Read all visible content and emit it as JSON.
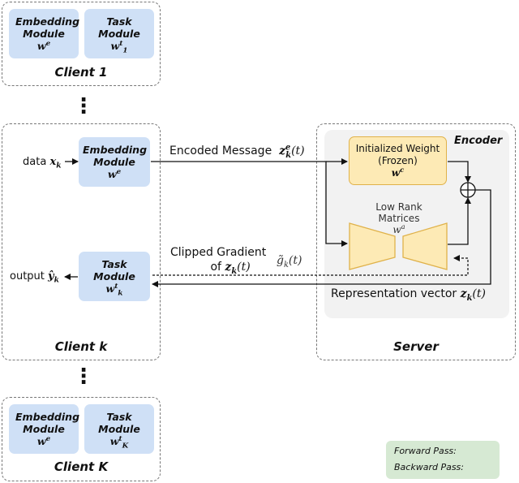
{
  "client1": {
    "embedding_label": "Embedding Module",
    "embedding_var": "w",
    "embedding_sup": "e",
    "task_label": "Task Module",
    "task_var": "w",
    "task_sup": "t",
    "task_sub": "1",
    "name": "Client 1"
  },
  "clientk": {
    "embedding_label": "Embedding Module",
    "embedding_var": "w",
    "embedding_sup": "e",
    "task_label": "Task Module",
    "task_var": "w",
    "task_sup": "t",
    "task_sub": "k",
    "name": "Client k",
    "data_label": "data",
    "data_var": "x",
    "data_sub": "k",
    "output_label": "output",
    "output_var": "ŷ",
    "output_sub": "k"
  },
  "clientK": {
    "embedding_label": "Embedding Module",
    "embedding_var": "w",
    "embedding_sup": "e",
    "task_label": "Task Module",
    "task_var": "w",
    "task_sup": "t",
    "task_sub": "K",
    "name": "Client K"
  },
  "ellipsis": "⋮",
  "arrows": {
    "encoded_message": "Encoded Message",
    "encoded_var": "z",
    "encoded_sup": "e",
    "encoded_sub": "k",
    "encoded_arg": "(t)",
    "clipped_gradient_line1": "Clipped Gradient",
    "clipped_gradient_line2": "of",
    "clipped_var": "z",
    "clipped_sub": "k",
    "clipped_arg": "(t)",
    "gtilde_var": "g̃",
    "gtilde_sub": "k",
    "gtilde_arg": "(t)",
    "representation": "Representation vector",
    "rep_var": "z",
    "rep_sub": "k",
    "rep_arg": "(t)"
  },
  "server": {
    "name": "Server",
    "encoder_label": "Encoder",
    "init_weight_line1": "Initialized Weight",
    "init_weight_line2": "(Frozen)",
    "init_var": "w",
    "init_sup": "c",
    "low_rank_line1": "Low Rank",
    "low_rank_line2": "Matrices",
    "low_rank_var": "w",
    "low_rank_sup": "a"
  },
  "legend": {
    "forward": "Forward Pass:",
    "backward": "Backward Pass:"
  },
  "colors": {
    "module_fill": "#cfe0f6",
    "init_fill": "#fdeab5",
    "init_border": "#e0b24a",
    "encoder_bg": "#f2f2f2",
    "legend_fill": "#d6e9d3"
  }
}
